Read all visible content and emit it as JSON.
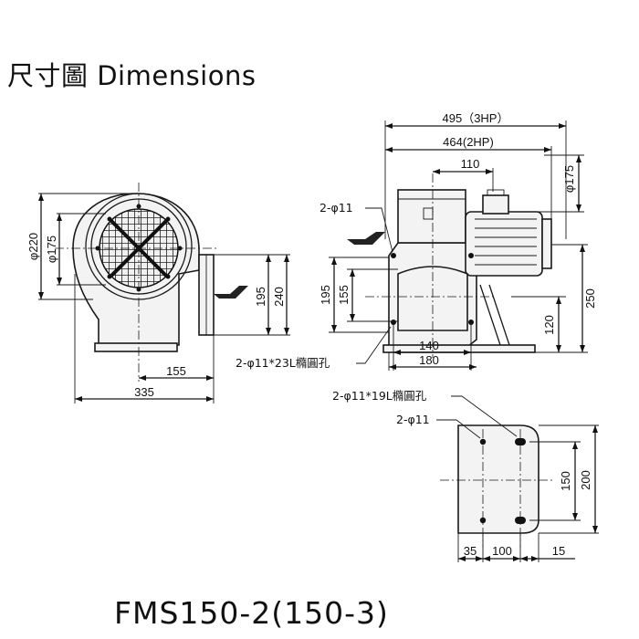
{
  "title": "尺寸圖 Dimensions",
  "model": "FMS150-2(150-3)",
  "dimensions": {
    "w495": "495（3HP）",
    "w464": "464(2HP)",
    "w110": "110",
    "d175_right": "φ175",
    "h250": "250",
    "h120": "120",
    "h195_mid": "195",
    "h155_mid": "155",
    "w140": "140",
    "w180": "180",
    "d220": "φ220",
    "d175_left": "φ175",
    "h195_left": "195",
    "h240": "240",
    "w155": "155",
    "w335": "335",
    "h150": "150",
    "h200": "200",
    "w35": "35",
    "w100": "100",
    "w15": "15"
  },
  "annotations": {
    "hole_top": "2-φ11",
    "slot_23": "2-φ11*23L橢圓孔",
    "slot_19": "2-φ11*19L橢圓孔",
    "hole_plan": "2-φ11"
  }
}
